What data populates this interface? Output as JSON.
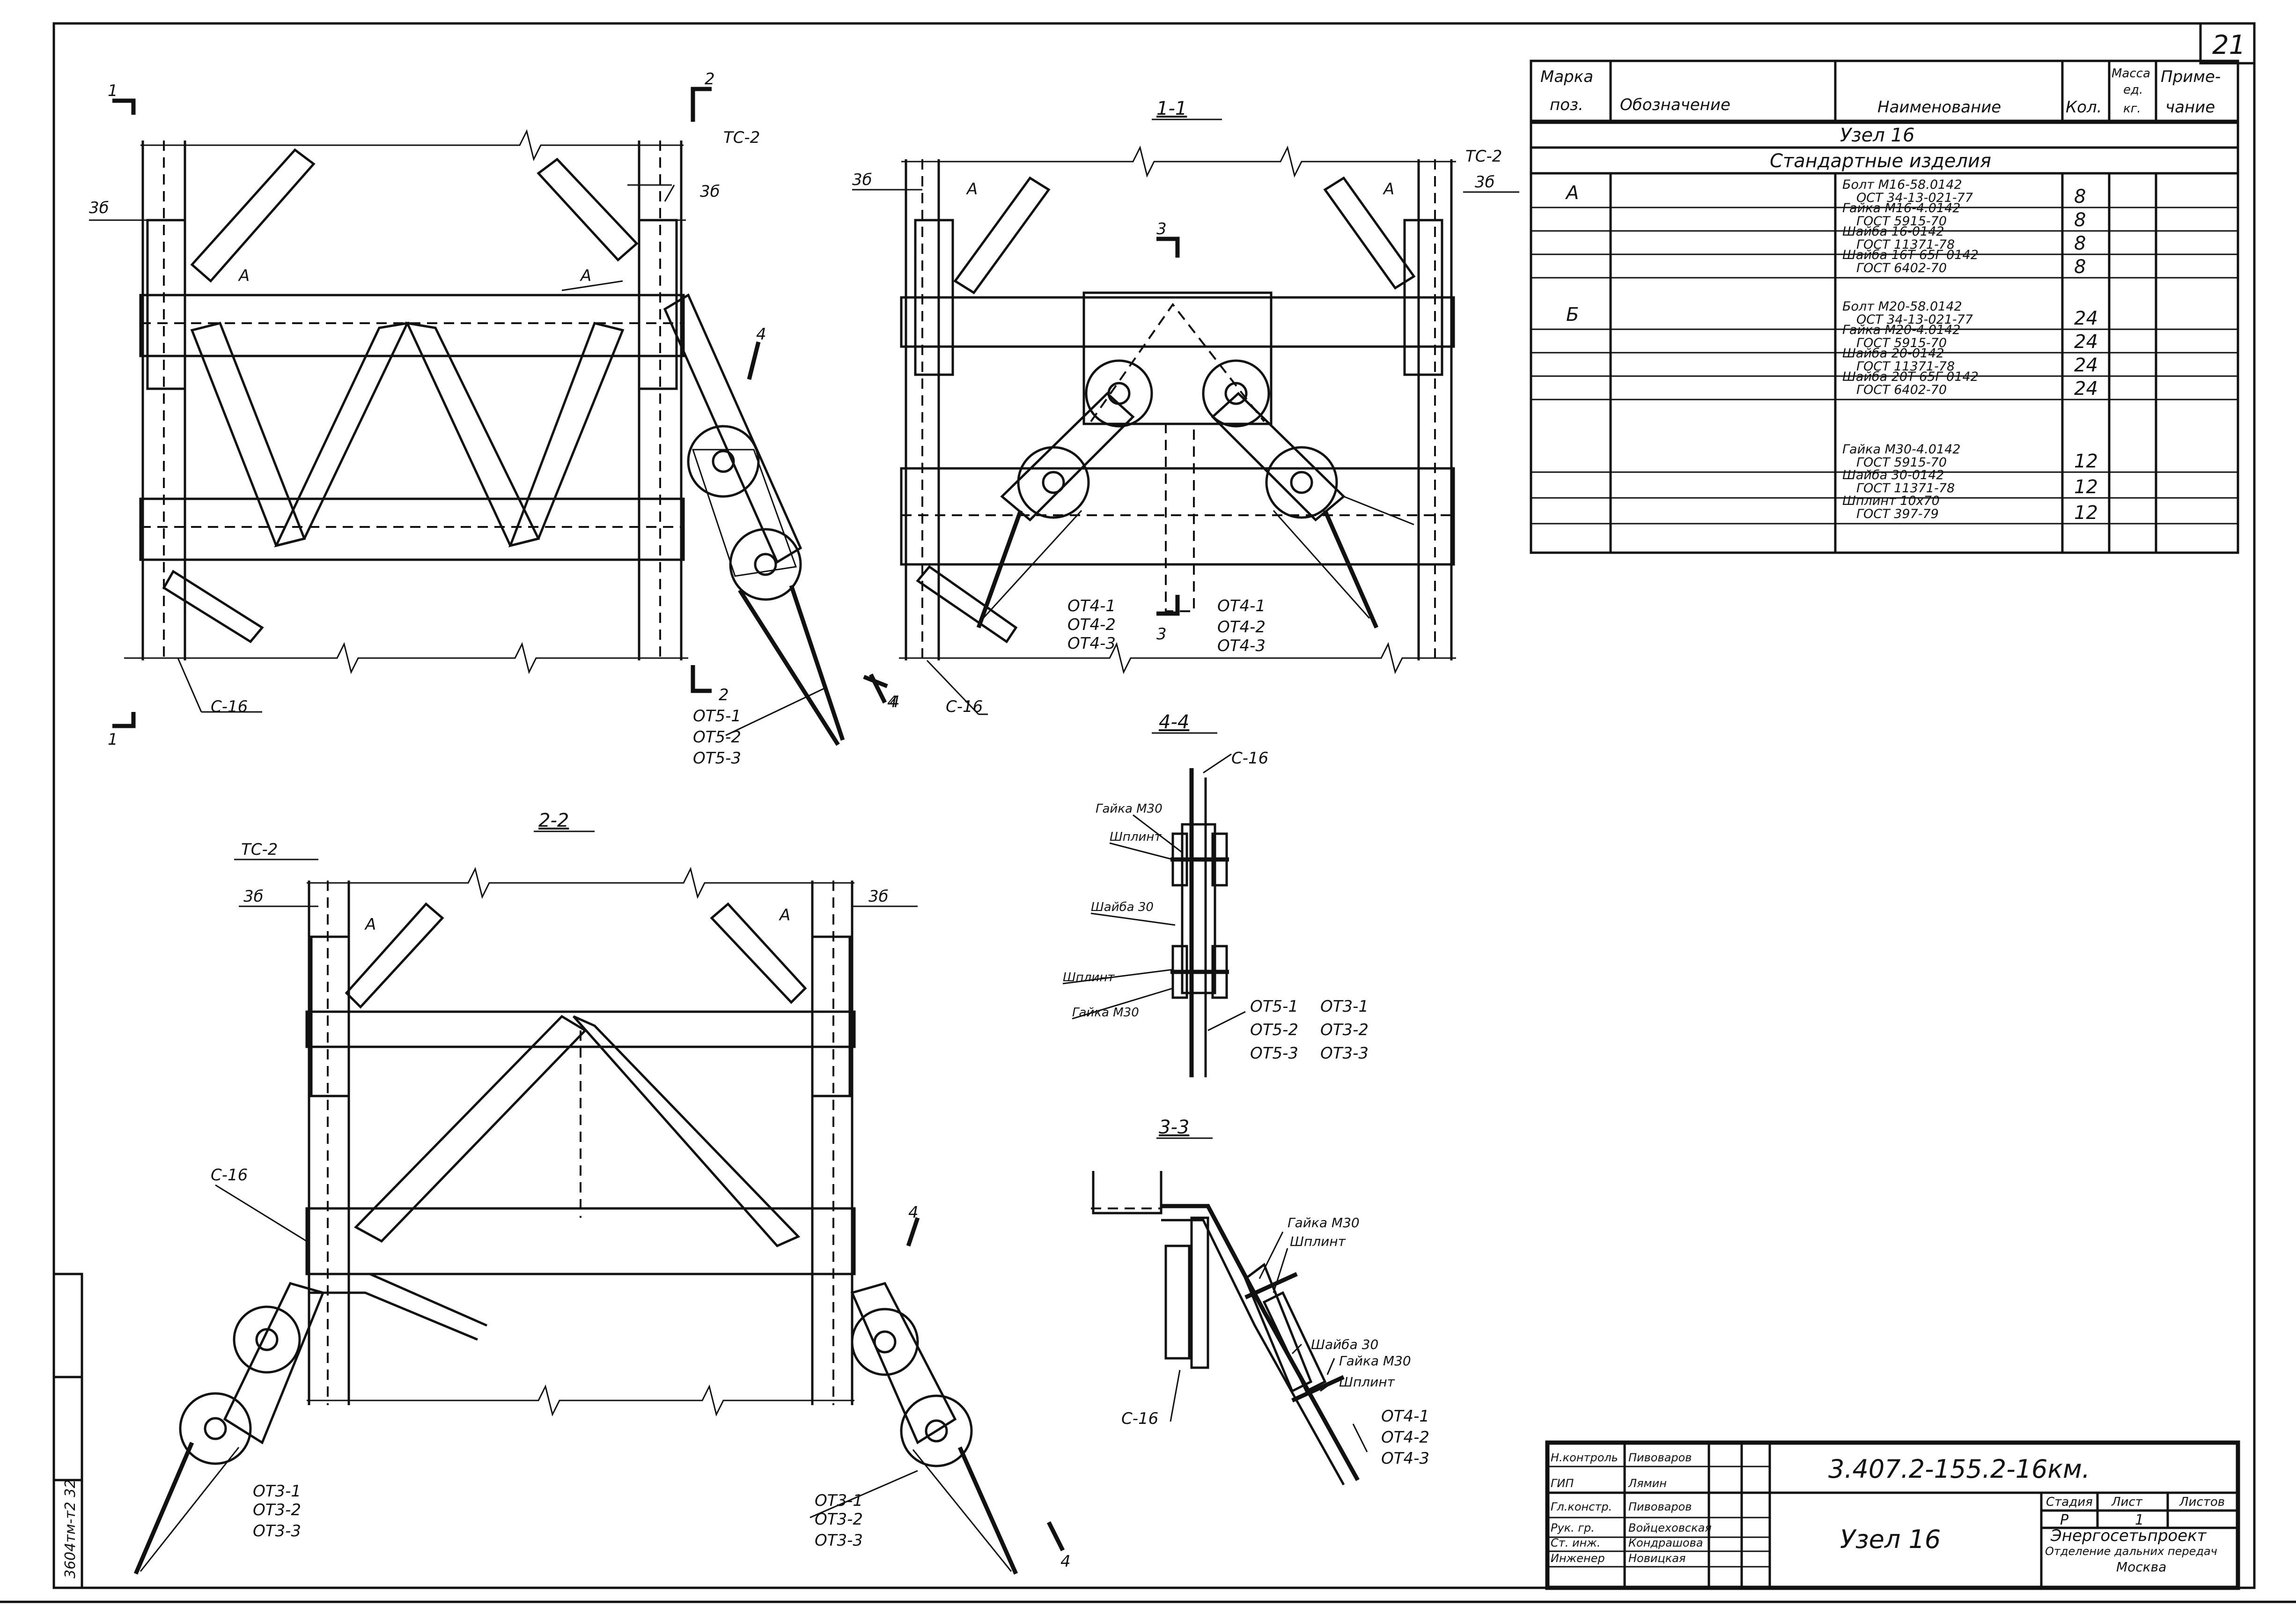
{
  "sheet_number": "21",
  "spec_table": {
    "headers": {
      "mark": "Марка",
      "pos": "поз.",
      "designation": "Обозначение",
      "name": "Наименование",
      "qty": "Кол.",
      "mass1": "Масса",
      "mass2": "ед.",
      "mass3": "кг.",
      "note1": "Приме-",
      "note2": "чание"
    },
    "node_title": "Узел 16",
    "section_title": "Стандартные изделия",
    "rows": [
      {
        "mark": "А",
        "name1": "Болт М16-58.0142",
        "name2": "ОСТ 34-13-021-77",
        "qty": "8"
      },
      {
        "mark": "",
        "name1": "Гайка М16-4.0142",
        "name2": "ГОСТ 5915-70",
        "qty": "8"
      },
      {
        "mark": "",
        "name1": "Шайба 16-0142",
        "name2": "ГОСТ 11371-78",
        "qty": "8"
      },
      {
        "mark": "",
        "name1": "Шайба 16Т 65Г 0142",
        "name2": "ГОСТ 6402-70",
        "qty": "8"
      },
      {
        "mark": "Б",
        "name1": "Болт М20-58.0142",
        "name2": "ОСТ 34-13-021-77",
        "qty": "24"
      },
      {
        "mark": "",
        "name1": "Гайка М20-4.0142",
        "name2": "ГОСТ 5915-70",
        "qty": "24"
      },
      {
        "mark": "",
        "name1": "Шайба 20-0142",
        "name2": "ГОСТ 11371-78",
        "qty": "24"
      },
      {
        "mark": "",
        "name1": "Шайба 20Т 65Г 0142",
        "name2": "ГОСТ 6402-70",
        "qty": "24"
      },
      {
        "mark": "",
        "name1": "Гайка М30-4.0142",
        "name2": "ГОСТ 5915-70",
        "qty": "12"
      },
      {
        "mark": "",
        "name1": "Шайба 30-0142",
        "name2": "ГОСТ 11371-78",
        "qty": "12"
      },
      {
        "mark": "",
        "name1": "Шплинт 10х70",
        "name2": "ГОСТ 397-79",
        "qty": "12"
      }
    ]
  },
  "views": {
    "main": {
      "cut_1": "1",
      "cut_2": "2",
      "cut_4": "4",
      "labels": {
        "tc2": "ТС-2",
        "z6a": "3б",
        "z6b": "3б",
        "a1": "А",
        "a2": "А",
        "c16": "С-16"
      },
      "callouts": [
        "ОТ5-1",
        "ОТ5-2",
        "ОТ5-3"
      ]
    },
    "section_1_1": {
      "title": "1-1",
      "cut_3": "3",
      "cut_4": "4",
      "labels": {
        "tc2": "ТС-2",
        "z6a": "3б",
        "z6b": "3б",
        "a1": "А",
        "a2": "А",
        "c16": "С-16"
      },
      "callouts_left": [
        "ОТ4-1",
        "ОТ4-2",
        "ОТ4-3"
      ],
      "callouts_right": [
        "ОТ4-1",
        "ОТ4-2",
        "ОТ4-3"
      ]
    },
    "section_2_2": {
      "title": "2-2",
      "cut_4": "4",
      "labels": {
        "tc2": "ТС-2",
        "z6a": "3б",
        "z6b": "3б",
        "a1": "А",
        "a2": "А",
        "c16": "С-16"
      },
      "callouts_left": [
        "ОТ3-1",
        "ОТ3-2",
        "ОТ3-3"
      ],
      "callouts_right": [
        "ОТ3-1",
        "ОТ3-2",
        "ОТ3-3"
      ]
    },
    "section_4_4": {
      "title": "4-4",
      "labels": {
        "c16": "С-16",
        "nut1": "Гайка М30",
        "pin1": "Шплинт",
        "washer": "Шайба 30",
        "pin2": "Шплинт",
        "nut2": "Гайка М30"
      },
      "callouts_a": [
        "ОТ5-1",
        "ОТ5-2",
        "ОТ5-3"
      ],
      "callouts_b": [
        "ОТ3-1",
        "ОТ3-2",
        "ОТ3-3"
      ]
    },
    "section_3_3": {
      "title": "3-3",
      "labels": {
        "c16": "С-16",
        "nut1": "Гайка М30",
        "pin1": "Шплинт",
        "washer": "Шайба 30",
        "nut2": "Гайка М30",
        "pin2": "Шплинт"
      },
      "callouts": [
        "ОТ4-1",
        "ОТ4-2",
        "ОТ4-3"
      ]
    }
  },
  "title_block": {
    "doc_code": "3.407.2-155.2-16км.",
    "title": "Узел 16",
    "stage_label": "Стадия",
    "sheet_label": "Лист",
    "sheets_label": "Листов",
    "stage": "Р",
    "sheet": "1",
    "org1": "Энергосетьпроект",
    "org2": "Отделение дальних передач",
    "city": "Москва",
    "roles": [
      {
        "role": "Н.контроль",
        "name": "Пивоваров"
      },
      {
        "role": "ГИП",
        "name": "Лямин"
      },
      {
        "role": "Гл.констр.",
        "name": "Пивоваров"
      },
      {
        "role": "Рук. гр.",
        "name": "Войцеховская"
      },
      {
        "role": "Ст. инж.",
        "name": "Кондрашова"
      },
      {
        "role": "Инженер",
        "name": "Новицкая"
      }
    ]
  },
  "side_stamp": "3604тм-т2 32"
}
